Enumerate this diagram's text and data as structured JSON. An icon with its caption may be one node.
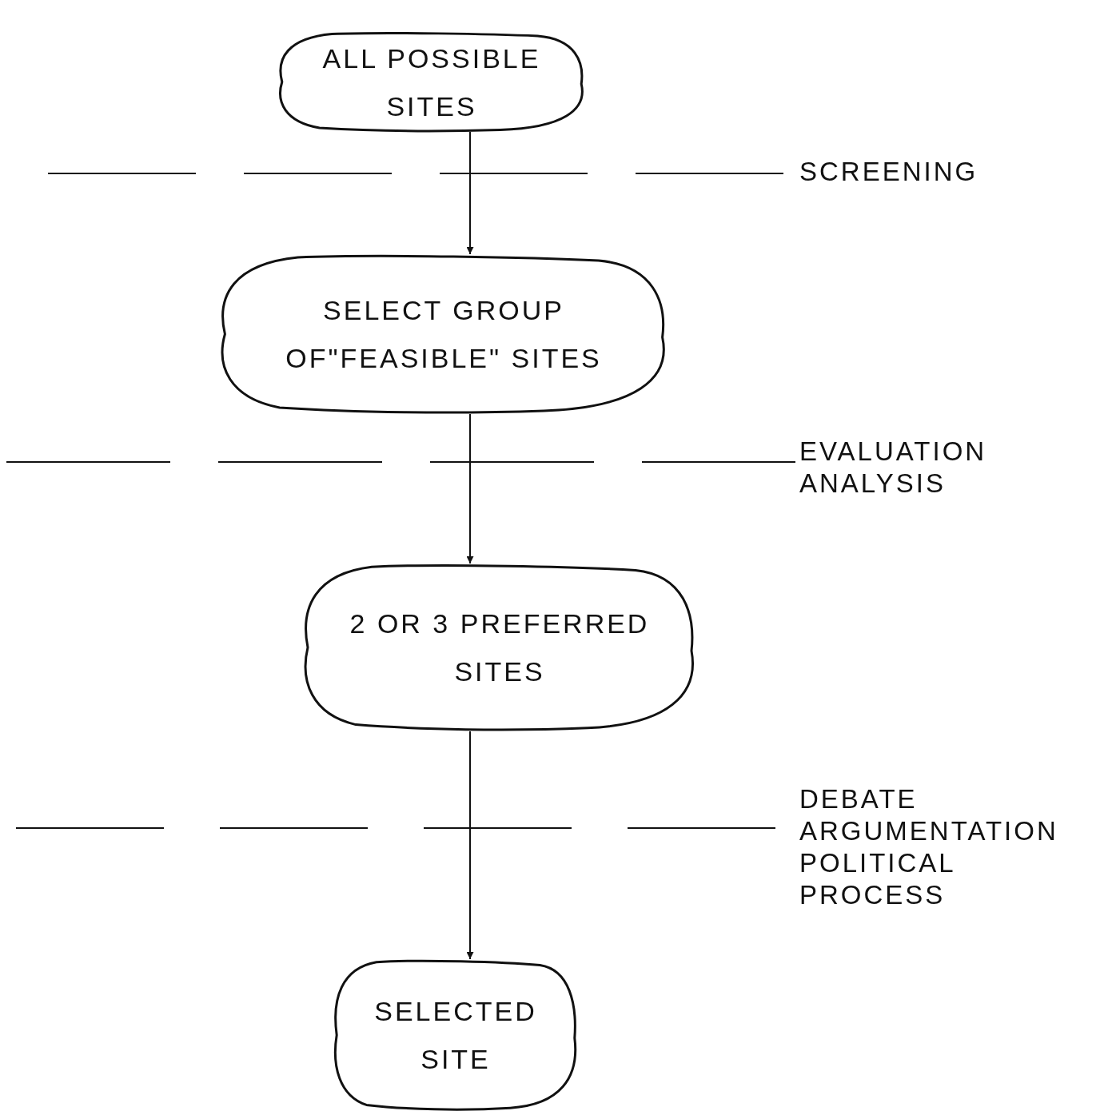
{
  "diagram": {
    "nodes": [
      {
        "text": [
          "ALL POSSIBLE SITES"
        ]
      },
      {
        "text": [
          "SELECT GROUP OF\"FEASIBLE\" SITES"
        ]
      },
      {
        "text": [
          "2 OR 3 PREFERRED SITES"
        ]
      },
      {
        "text": [
          "SELECTED SITE"
        ]
      }
    ],
    "edges": [
      {
        "from": 0,
        "to": 1,
        "arrow": "to"
      },
      {
        "from": 1,
        "to": 2,
        "arrow": "to"
      },
      {
        "from": 2,
        "to": 3,
        "arrow": "to"
      }
    ],
    "labels": [
      "SCREENING",
      "EVALUATION ANALYSIS",
      "DEBATE ARGUMENTATION POLITICAL PROCESS"
    ]
  }
}
